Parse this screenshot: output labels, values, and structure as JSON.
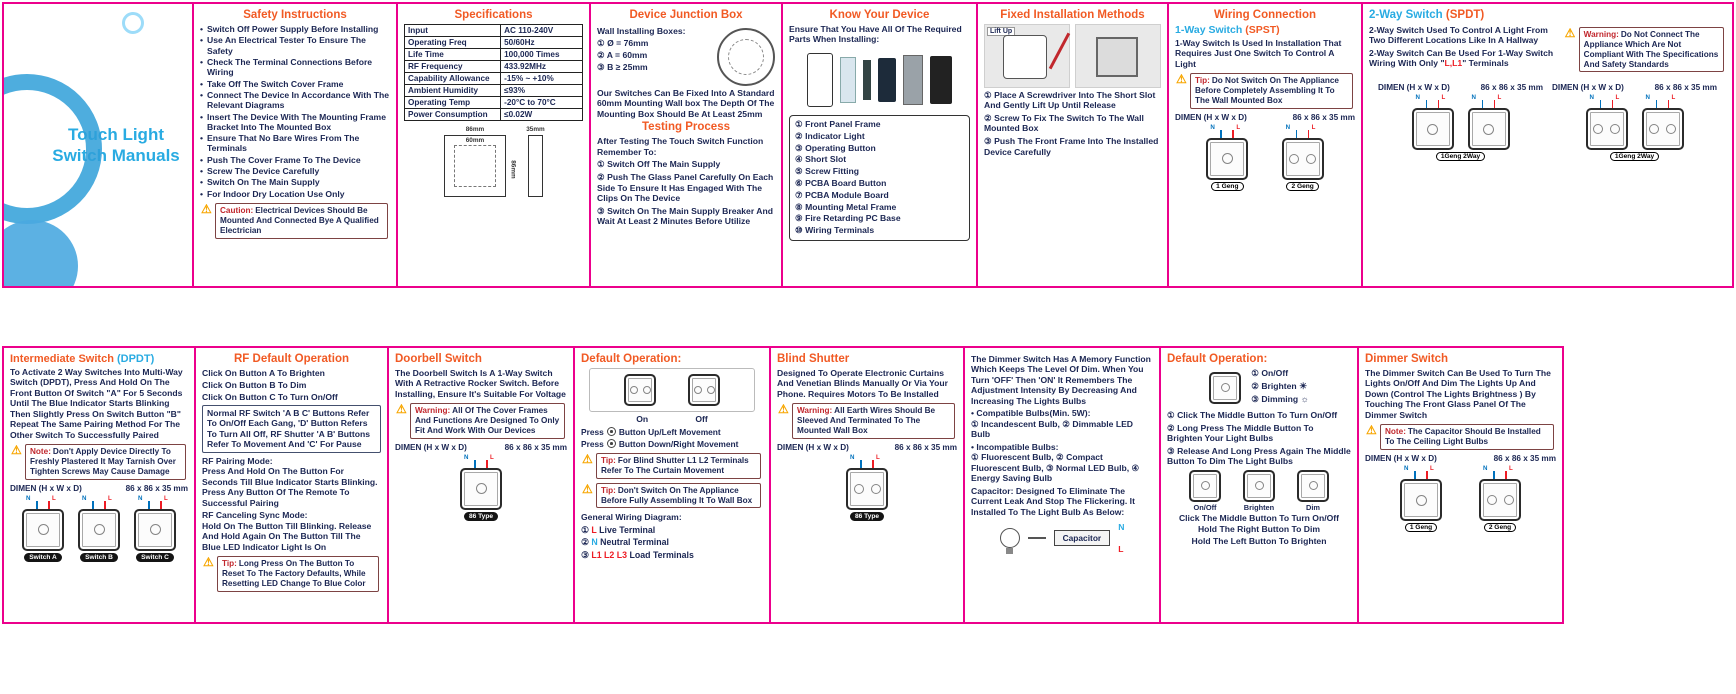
{
  "title": "Touch Light Switch Manuals",
  "colors": {
    "accent_pink": "#ec008c",
    "heading_orange": "#f15a24",
    "cyan": "#29abe2",
    "body_navy": "#1b2653",
    "red": "#ed1c24"
  },
  "wires": {
    "n": "N",
    "l": "L"
  },
  "safety": {
    "heading": "Safety Instructions",
    "items": [
      "Switch Off Power Supply Before Installing",
      "Use An Electrical Tester To Ensure The Safety",
      "Check The Terminal Connections Before Wiring",
      "Take Off The Switch Cover Frame",
      "Connect The Device In Accordance With The Relevant Diagrams",
      "Insert The Device With The Mounting Frame Bracket Into The Mounted Box",
      "Ensure That No Bare Wires From The Terminals",
      "Push The Cover Frame To The Device",
      "Screw The Device Carefully",
      "Switch On The Main Supply",
      "For Indoor Dry Location Use Only"
    ],
    "caution_label": "Caution:",
    "caution_text": "Electrical Devices Should Be Mounted And Connected Bye A Qualified Electrician"
  },
  "specs": {
    "heading": "Specifications",
    "rows": [
      [
        "Input",
        "AC 110-240V"
      ],
      [
        "Operating Freq",
        "50/60Hz"
      ],
      [
        "Life Time",
        "100,000 Times"
      ],
      [
        "RF Frequency",
        "433.92MHz"
      ],
      [
        "Capability Allowance",
        "-15% ~ +10%"
      ],
      [
        "Ambient Humidity",
        "≤93%"
      ],
      [
        "Operating Temp",
        "-20°C to 70°C"
      ],
      [
        "Power Consumption",
        "≤0.02W"
      ]
    ],
    "dims": {
      "width": "86mm",
      "inner": "60mm",
      "height": "86mm",
      "depth": "35mm"
    }
  },
  "junction": {
    "heading": "Device Junction Box",
    "intro": "Wall Installing Boxes:",
    "items": [
      "① Ø = 76mm",
      "② A = 60mm",
      "③ B ≥ 25mm"
    ],
    "note": "Our Switches Can Be Fixed Into A Standard 60mm Mounting Wall box The Depth Of The Mounting Box Should Be At Least 25mm",
    "testing_heading": "Testing Process",
    "testing_intro": "After Testing The Touch Switch Function Remember To:",
    "testing_steps": [
      "① Switch Off The Main Supply",
      "② Push The Glass Panel Carefully On Each Side To Ensure It Has Engaged With The Clips On The Device",
      "③ Switch On The Main Supply Breaker And Wait At Least 2 Minutes Before Utilize"
    ]
  },
  "know": {
    "heading": "Know Your Device",
    "intro": "Ensure That You Have All Of The Required Parts When Installing:",
    "parts": [
      "① Front Panel Frame",
      "② Indicator Light",
      "③ Operating Button",
      "④ Short Slot",
      "⑤ Screw Fitting",
      "⑥ PCBA Board Button",
      "⑦ PCBA Module Board",
      "⑧ Mounting Metal Frame",
      "⑨ Fire Retarding PC Base",
      "⑩ Wiring Terminals"
    ]
  },
  "fixed": {
    "heading": "Fixed Installation Methods",
    "lift": "Lift Up",
    "steps": [
      "① Place A Screwdriver Into The Short Slot And Gently Lift Up Until Release",
      "② Screw To Fix The Switch To The Wall Mounted Box",
      "③ Push The Front Frame Into The Installed Device Carefully"
    ]
  },
  "wiring": {
    "heading": "Wiring Connection",
    "sub": "1-Way Switch",
    "sub_tag": "(SPST)",
    "desc": "1-Way Switch Is Used In Installation That Requires Just One Switch To Control A Light",
    "tip_label": "Tip:",
    "tip": "Do Not Switch On The Appliance Before Completely Assembling It To The Wall Mounted Box",
    "dimen_label": "DIMEN (H x W x D)",
    "dimen_value": "86 x 86 x 35 mm",
    "labels": [
      "1 Geng",
      "2 Geng"
    ]
  },
  "twoway": {
    "heading": "2-Way Switch",
    "tag": "(SPDT)",
    "p1": "2-Way Switch Used To Control A Light From Two Different Locations Like In A Hallway",
    "p2a": "2-Way Switch Can Be Used For 1-Way Switch Wiring With Only \"",
    "p2_red": "L,L1",
    "p2b": "\" Terminals",
    "warning_label": "Warning:",
    "warning": "Do Not Connect The Appliance Which Are Not Compliant With The Specifications And Safety Standards",
    "dimen_label": "DIMEN (H x W x D)",
    "dimen_value": "86 x 86 x 35 mm",
    "labels": [
      "1Geng 2Way",
      "1Geng 2Way"
    ]
  },
  "intermediate": {
    "heading": "Intermediate Switch",
    "tag": "(DPDT)",
    "body": "To Activate 2 Way Switches Into Multi-Way Switch (DPDT), Press And Hold On The Front Button Of Switch \"A\" For 5 Seconds Until The Blue Indicator Starts Blinking Then Slightly Press On Switch Button \"B\" Repeat The Same Pairing Method For The Other Switch To Successfully Paired",
    "note_label": "Note:",
    "note": "Don't Apply Device Directly To Freshly Plastered It May Tarnish Over Tighten Screws May Cause Damage",
    "dimen_label": "DIMEN (H x W x D)",
    "dimen_value": "86 x 86 x 35 mm",
    "labels": [
      "Switch A",
      "Switch B",
      "Switch C"
    ]
  },
  "rf": {
    "heading": "RF Default Operation",
    "lines": [
      "Click On Button A To Brighten",
      "Click On Button B To Dim",
      "Click On Button C To Turn On/Off"
    ],
    "box": "Normal RF Switch 'A B C' Buttons Refer To On/Off Each Gang, 'D' Button Refers To Turn All Off, RF Shutter 'A B' Buttons Refer To Movement And 'C' For Pause",
    "pairing_title": "RF Pairing Mode:",
    "pairing_text": "Press And Hold On The Button For Seconds Till Blue Indicator Starts Blinking. Press Any Button Of The Remote To Successful Pairing",
    "cancel_title": "RF Canceling Sync Mode:",
    "cancel_text": "Hold On The Button Till Blinking. Release And Hold Again On The Button Till The Blue LED Indicator Light Is On",
    "tip_label": "Tip:",
    "tip": "Long Press On The Button To Reset To The Factory Defaults, While Resetting LED Change To Blue Color"
  },
  "doorbell": {
    "heading": "Doorbell Switch",
    "body": "The Doorbell Switch Is A 1-Way Switch With A Retractive Rocker Switch. Before Installing, Ensure It's Suitable For Voltage",
    "warning_label": "Warning:",
    "warning": "All Of The Cover Frames And Functions Are Designed To Only Fit And Work With Our Devices",
    "dimen_label": "DIMEN (H x W x D)",
    "dimen_value": "86 x 86 x 35 mm",
    "label": "86 Type"
  },
  "blindop": {
    "heading": "Default Operation:",
    "on": "On",
    "off": "Off",
    "press": "Press",
    "up": "Button Up/Left Movement",
    "down": "Button Down/Right Movement",
    "tip_label": "Tip:",
    "tip1": "For Blind Shutter L1 L2 Terminals Refer To The Curtain Movement",
    "tip2": "Don't Switch On The Appliance Before Fully Assembling It To Wall Box",
    "general": "General Wiring Diagram:",
    "terminals": [
      {
        "num": "①",
        "code": "L",
        "desc": "Live Terminal"
      },
      {
        "num": "②",
        "code": "N",
        "desc": "Neutral Terminal"
      },
      {
        "num": "③",
        "code": "L1 L2 L3",
        "desc": "Load Terminals"
      }
    ]
  },
  "blind": {
    "heading": "Blind Shutter",
    "body": "Designed To Operate Electronic Curtains And Venetian Blinds Manually Or Via Your Phone. Requires Motors To Be Installed",
    "warning_label": "Warning:",
    "warning": "All Earth Wires Should Be Sleeved And Terminated To The Mounted Wall Box",
    "dimen_label": "DIMEN (H x W x D)",
    "dimen_value": "86 x 86 x 35 mm",
    "label": "86 Type"
  },
  "dimmerinfo": {
    "p1": "The Dimmer Switch Has A Memory Function Which Keeps The Level Of Dim. When You Turn 'OFF' Then 'ON' It Remembers The Adjustment Intensity By Decreasing And Increasing The Lights Bulbs",
    "compat_title": "Compatible Bulbs(Min. 5W):",
    "compat_items": "① Incandescent Bulb, ② Dimmable LED Bulb",
    "incompat_title": "Incompatible Bulbs:",
    "incompat_items": "① Fluorescent Bulb, ② Compact Fluorescent Bulb, ③ Normal LED Bulb, ④ Energy Saving Bulb",
    "cap_label": "Capacitor:",
    "cap_text": "Designed To Eliminate The Current Leak And Stop The Flickering. It Installed To The Light Bulb As Below:",
    "cap_box": "Capacitor",
    "n": "N",
    "l": "L"
  },
  "dimmerop": {
    "heading": "Default Operation:",
    "legend": [
      {
        "num": "①",
        "label": "On/Off"
      },
      {
        "num": "②",
        "label": "Brighten"
      },
      {
        "num": "③",
        "label": "Dimming"
      }
    ],
    "steps": [
      "① Click The Middle Button To Turn On/Off",
      "② Long Press The Middle Button To Brighten Your Light Bulbs",
      "③ Release And Long Press Again The Middle Button To Dim The Light Bulbs"
    ],
    "faces": [
      "On/Off",
      "Brighten",
      "Dim"
    ],
    "footer": [
      "Click The Middle Button To Turn On/Off",
      "Hold The Right Button To Dim",
      "Hold The Left Button To Brighten"
    ]
  },
  "dimmer": {
    "heading": "Dimmer Switch",
    "body": "The Dimmer Switch Can Be Used To Turn The Lights On/Off And Dim The Lights Up And Down (Control The Lights Brightness ) By Touching The Front Glass Panel Of The Dimmer Switch",
    "note_label": "Note:",
    "note": "The Capacitor Should Be Installed To The Ceiling Light Bulbs",
    "dimen_label": "DIMEN (H x W x D)",
    "dimen_value": "86 x 86 x 35 mm",
    "labels": [
      "1 Geng",
      "2 Geng"
    ]
  }
}
